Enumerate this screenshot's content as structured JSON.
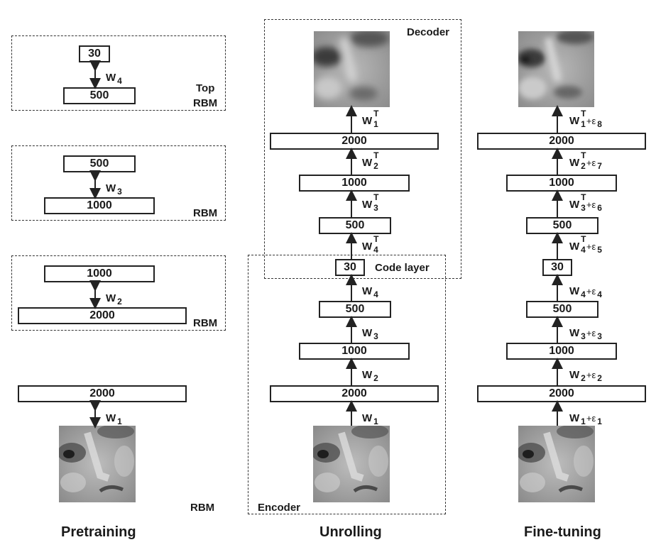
{
  "titles": {
    "pretraining": "Pretraining",
    "unrolling": "Unrolling",
    "finetuning": "Fine-tuning"
  },
  "pretraining": {
    "rbm_top": {
      "upper": "30",
      "lower": "500",
      "weight": "W",
      "weight_sub": "4",
      "label_line1": "Top",
      "label_line2": "RBM"
    },
    "rbm_3": {
      "upper": "500",
      "lower": "1000",
      "weight": "W",
      "weight_sub": "3",
      "label": "RBM"
    },
    "rbm_2": {
      "upper": "1000",
      "lower": "2000",
      "weight": "W",
      "weight_sub": "2",
      "label": "RBM"
    },
    "rbm_1": {
      "upper": "2000",
      "weight": "W",
      "weight_sub": "1",
      "label": "RBM"
    }
  },
  "unrolling": {
    "decoder_label": "Decoder",
    "encoder_label": "Encoder",
    "code_layer_label": "Code layer",
    "layers": {
      "dec_2000": "2000",
      "dec_1000": "1000",
      "dec_500": "500",
      "code": "30",
      "enc_500": "500",
      "enc_1000": "1000",
      "enc_2000": "2000"
    },
    "weights": {
      "w1t": {
        "base": "W",
        "sup": "T",
        "sub": "1"
      },
      "w2t": {
        "base": "W",
        "sup": "T",
        "sub": "2"
      },
      "w3t": {
        "base": "W",
        "sup": "T",
        "sub": "3"
      },
      "w4t": {
        "base": "W",
        "sup": "T",
        "sub": "4"
      },
      "w4": {
        "base": "W",
        "sub": "4"
      },
      "w3": {
        "base": "W",
        "sub": "3"
      },
      "w2": {
        "base": "W",
        "sub": "2"
      },
      "w1": {
        "base": "W",
        "sub": "1"
      }
    }
  },
  "finetuning": {
    "layers": {
      "dec_2000": "2000",
      "dec_1000": "1000",
      "dec_500": "500",
      "code": "30",
      "enc_500": "500",
      "enc_1000": "1000",
      "enc_2000": "2000"
    },
    "eps_symbol": "+ε",
    "weights": {
      "w1t": {
        "base": "W",
        "sup": "T",
        "sub": "1",
        "eps": "8"
      },
      "w2t": {
        "base": "W",
        "sup": "T",
        "sub": "2",
        "eps": "7"
      },
      "w3t": {
        "base": "W",
        "sup": "T",
        "sub": "3",
        "eps": "6"
      },
      "w4t": {
        "base": "W",
        "sup": "T",
        "sub": "4",
        "eps": "5"
      },
      "w4": {
        "base": "W",
        "sub": "4",
        "eps": "4"
      },
      "w3": {
        "base": "W",
        "sub": "3",
        "eps": "3"
      },
      "w2": {
        "base": "W",
        "sub": "2",
        "eps": "2"
      },
      "w1": {
        "base": "W",
        "sub": "1",
        "eps": "1"
      }
    }
  },
  "images": {
    "input_face": "grayscale face patch (input)",
    "reconstructed_face": "grayscale face patch (reconstruction)"
  }
}
